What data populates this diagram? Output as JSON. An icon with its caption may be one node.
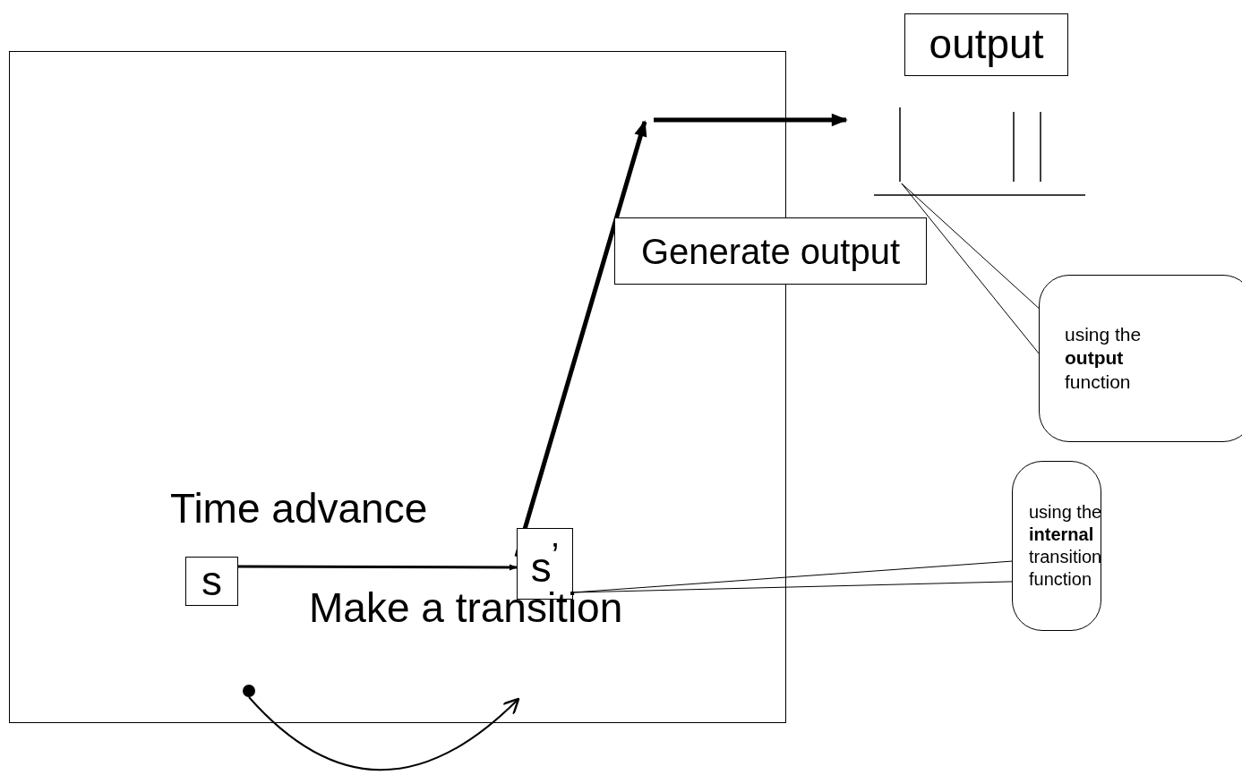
{
  "diagram": {
    "nodes": [
      {
        "text": [
          "output"
        ]
      },
      {
        "text": [],
        "shape": "signal"
      },
      {
        "text": [],
        "shape": "box"
      },
      {
        "text": [
          "Generate output"
        ]
      },
      {
        "text": [
          "using the **output** function"
        ]
      },
      {
        "text": [
          "using the **internal** transition function"
        ]
      },
      {
        "text": [
          "s"
        ],
        "in": 2
      },
      {
        "text": [
          "s$^{’}$"
        ],
        "in": 2
      },
      {
        "text": [],
        "shape": "circle",
        "in": 2
      }
    ],
    "edges": [
      {
        "from": 6,
        "to": 7,
        "arrow": "to"
      },
      {
        "from": 7,
        "to": null,
        "arrow": "to",
        "style": "thick"
      },
      {
        "from": null,
        "to": 1,
        "arrow": "to",
        "style": "thick"
      },
      {
        "from": 4,
        "to": 1,
        "arrow": "none"
      },
      {
        "from": 5,
        "to": 7,
        "arrow": "none"
      },
      {
        "from": 8,
        "to": null,
        "arrow": "to"
      }
    ],
    "labels": [
      "Time advance",
      "Make a transition"
    ]
  }
}
